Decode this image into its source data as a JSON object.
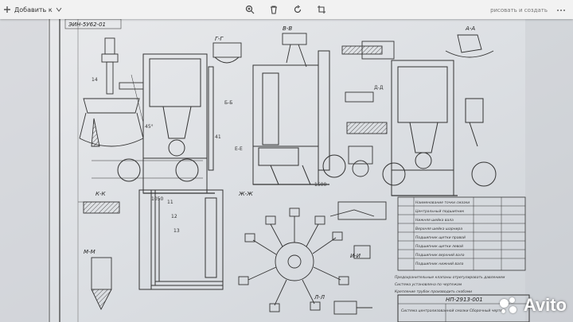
{
  "toolbar": {
    "add_label": "Добавить к",
    "right_label": "рисовать и создать"
  },
  "drawing": {
    "code_stamp": "ЭИН-5У62-01",
    "title_number": "НП-2913-001",
    "title_block": "Система централизованной смазки Сборочный чертеж",
    "views": [
      "Г-Г",
      "В-В",
      "А-А",
      "Б-Б",
      "Д-Д",
      "Е-Е",
      "Ж-Ж",
      "И-И",
      "К-К",
      "М-М",
      "Л-Л"
    ],
    "table_rows": [
      "Наименование точки смазки",
      "Центральный подшипник",
      "Нижняя шейка вала",
      "Верхняя шейка шарнира",
      "Подшипник щетки правой",
      "Подшипник щетки левой",
      "Подшипник верхний вала",
      "Подшипник нижний вала"
    ],
    "notes": [
      "Предохранительные клапаны отрегулировать давлением",
      "Система установлена по чертежам",
      "Крепление трубок производить скобами"
    ]
  },
  "watermark": {
    "brand": "Avito"
  }
}
